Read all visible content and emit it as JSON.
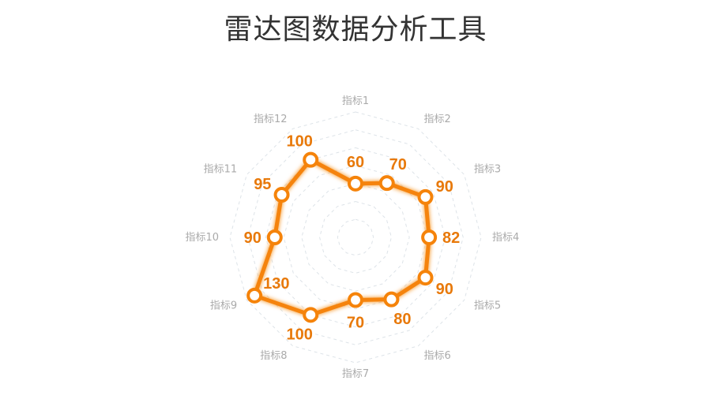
{
  "chart_data": {
    "type": "radar",
    "title": "雷达图数据分析工具",
    "indicators": [
      "指标1",
      "指标2",
      "指标3",
      "指标4",
      "指标5",
      "指标6",
      "指标7",
      "指标8",
      "指标9",
      "指标10",
      "指标11",
      "指标12"
    ],
    "values": [
      60,
      70,
      90,
      82,
      90,
      80,
      70,
      100,
      130,
      90,
      95,
      100
    ],
    "max": 140,
    "split_number": 7,
    "grid": true,
    "colors": {
      "series": "#f5830a",
      "label": "#e8790a",
      "axis_label": "#aaaaaa",
      "grid": "#dde3e8",
      "title": "#333333"
    }
  }
}
